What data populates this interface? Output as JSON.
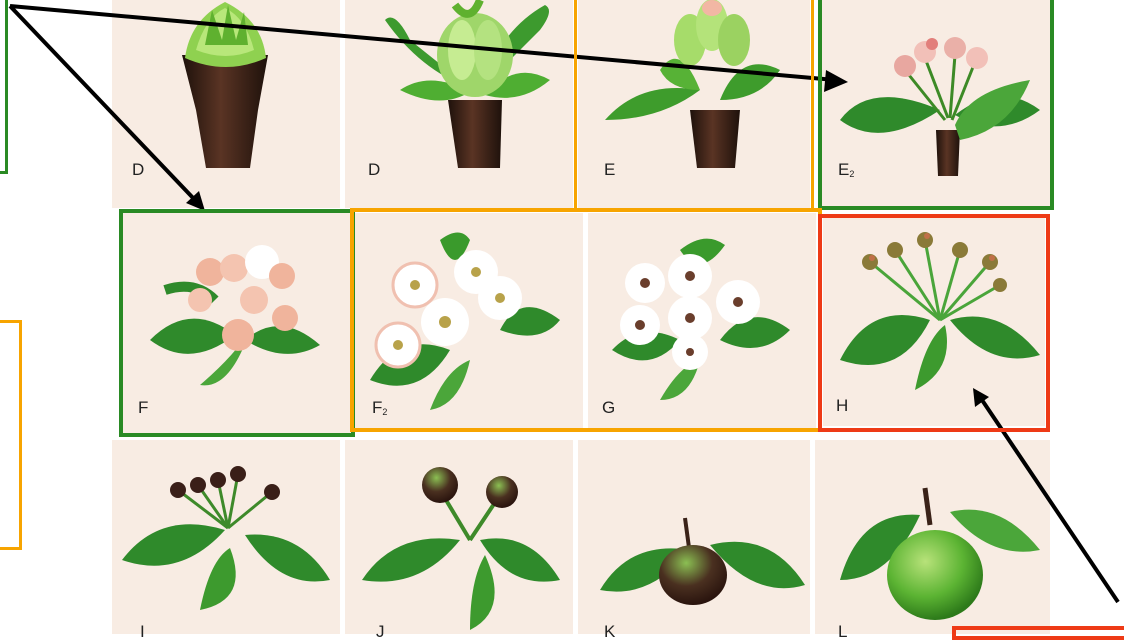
{
  "colors": {
    "panel_bg": "#f8ece3",
    "bud": "#3a2218",
    "leaf": "#2f8a2b",
    "leaf_light": "#7cc04a",
    "petal_pink": "#f0b49c",
    "petal_white": "#ffffff",
    "fruit_green": "#5cb433",
    "fruit_dark": "#3a1f18",
    "stage_green": "#2a8a24",
    "stage_orange": "#f7a400",
    "stage_red": "#ee3a16",
    "arrow": "#000000"
  },
  "stages": [
    {
      "id": "d1",
      "label": "D",
      "sub": "",
      "picture": "bud-closed-icon"
    },
    {
      "id": "d2",
      "label": "D",
      "sub": "",
      "picture": "bud-opening-icon"
    },
    {
      "id": "e",
      "label": "E",
      "sub": "",
      "picture": "bud-sepals-icon"
    },
    {
      "id": "e2",
      "label": "E",
      "sub": "2",
      "picture": "flower-buds-pink-icon"
    },
    {
      "id": "f",
      "label": "F",
      "sub": "",
      "picture": "first-flower-icon"
    },
    {
      "id": "f2",
      "label": "F",
      "sub": "2",
      "picture": "full-bloom-icon"
    },
    {
      "id": "g",
      "label": "G",
      "sub": "",
      "picture": "petal-fall-start-icon"
    },
    {
      "id": "h",
      "label": "H",
      "sub": "",
      "picture": "petal-fall-end-icon"
    },
    {
      "id": "i",
      "label": "I",
      "sub": "",
      "picture": "fruit-set-icon"
    },
    {
      "id": "j",
      "label": "J",
      "sub": "",
      "picture": "young-fruit-icon"
    },
    {
      "id": "k",
      "label": "K",
      "sub": "",
      "picture": "small-apple-icon"
    },
    {
      "id": "l",
      "label": "L",
      "sub": "",
      "picture": "large-apple-icon"
    }
  ]
}
